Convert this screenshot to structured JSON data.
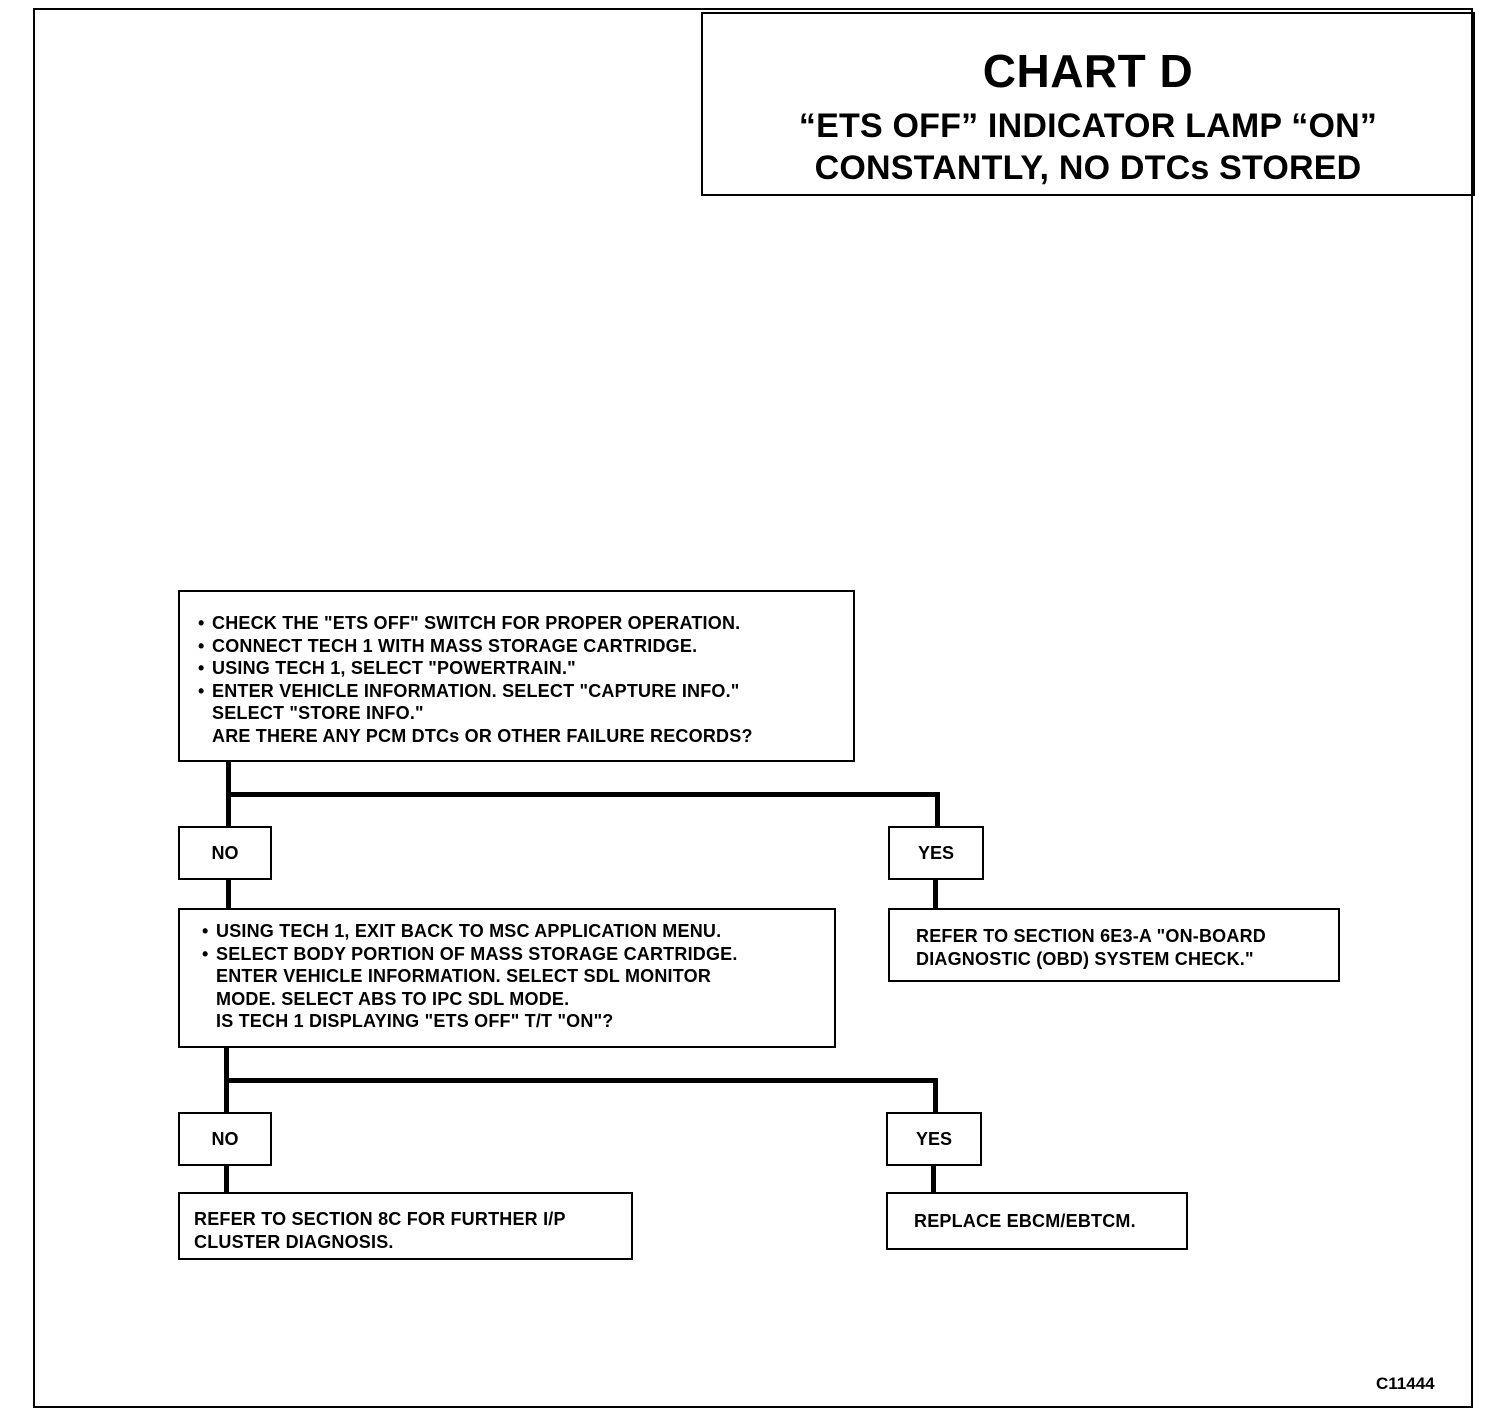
{
  "title": {
    "main": "CHART D",
    "line1": "“ETS OFF” INDICATOR LAMP “ON”",
    "line2": "CONSTANTLY, NO DTCs STORED"
  },
  "step1": {
    "bullets": [
      "CHECK THE \"ETS OFF\" SWITCH FOR PROPER OPERATION.",
      "CONNECT TECH 1 WITH MASS STORAGE CARTRIDGE.",
      "USING TECH 1, SELECT \"POWERTRAIN.\"",
      "ENTER VEHICLE INFORMATION. SELECT \"CAPTURE INFO.\""
    ],
    "continuation": "SELECT \"STORE INFO.\"",
    "question": "ARE THERE ANY PCM DTCs OR OTHER FAILURE RECORDS?",
    "no_label": "NO",
    "yes_label": "YES"
  },
  "yes1_result": {
    "line1": "REFER TO SECTION 6E3-A \"ON-BOARD",
    "line2": "DIAGNOSTIC (OBD) SYSTEM CHECK.\""
  },
  "step2": {
    "bullets": [
      "USING TECH 1, EXIT BACK TO MSC APPLICATION MENU.",
      "SELECT BODY PORTION OF MASS STORAGE CARTRIDGE."
    ],
    "continuation1": "ENTER VEHICLE INFORMATION. SELECT SDL MONITOR",
    "continuation2": "MODE. SELECT ABS TO IPC SDL MODE.",
    "question": "IS TECH 1 DISPLAYING \"ETS OFF\" T/T \"ON\"?",
    "no_label": "NO",
    "yes_label": "YES"
  },
  "no2_result": {
    "line1": "REFER TO SECTION 8C FOR FURTHER I/P",
    "line2": "CLUSTER DIAGNOSIS."
  },
  "yes2_result": {
    "line1": "REPLACE EBCM/EBTCM."
  },
  "figure_id": "C11444"
}
